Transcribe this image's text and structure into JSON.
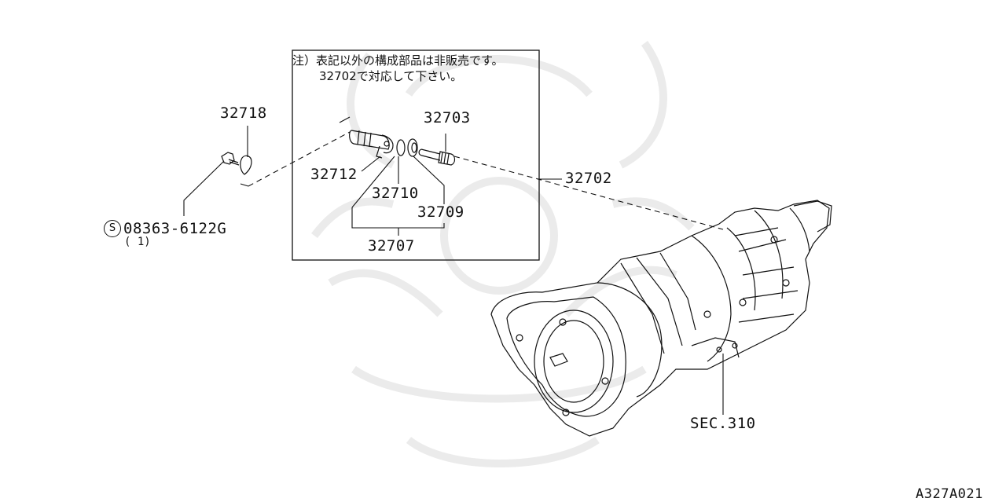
{
  "diagram": {
    "note_line1": "注）表記以外の構成部品は非販売です。",
    "note_line2": "32702で対応して下さい。",
    "parts": {
      "p32718": "32718",
      "p32703": "32703",
      "p32712": "32712",
      "p32702": "32702",
      "p32710": "32710",
      "p32709": "32709",
      "p32707": "32707"
    },
    "bolt_prefix": "S",
    "bolt_part": "08363-6122G",
    "bolt_qty": "( 1)",
    "section_ref": "SEC.310",
    "figure_code": "A327A021"
  }
}
